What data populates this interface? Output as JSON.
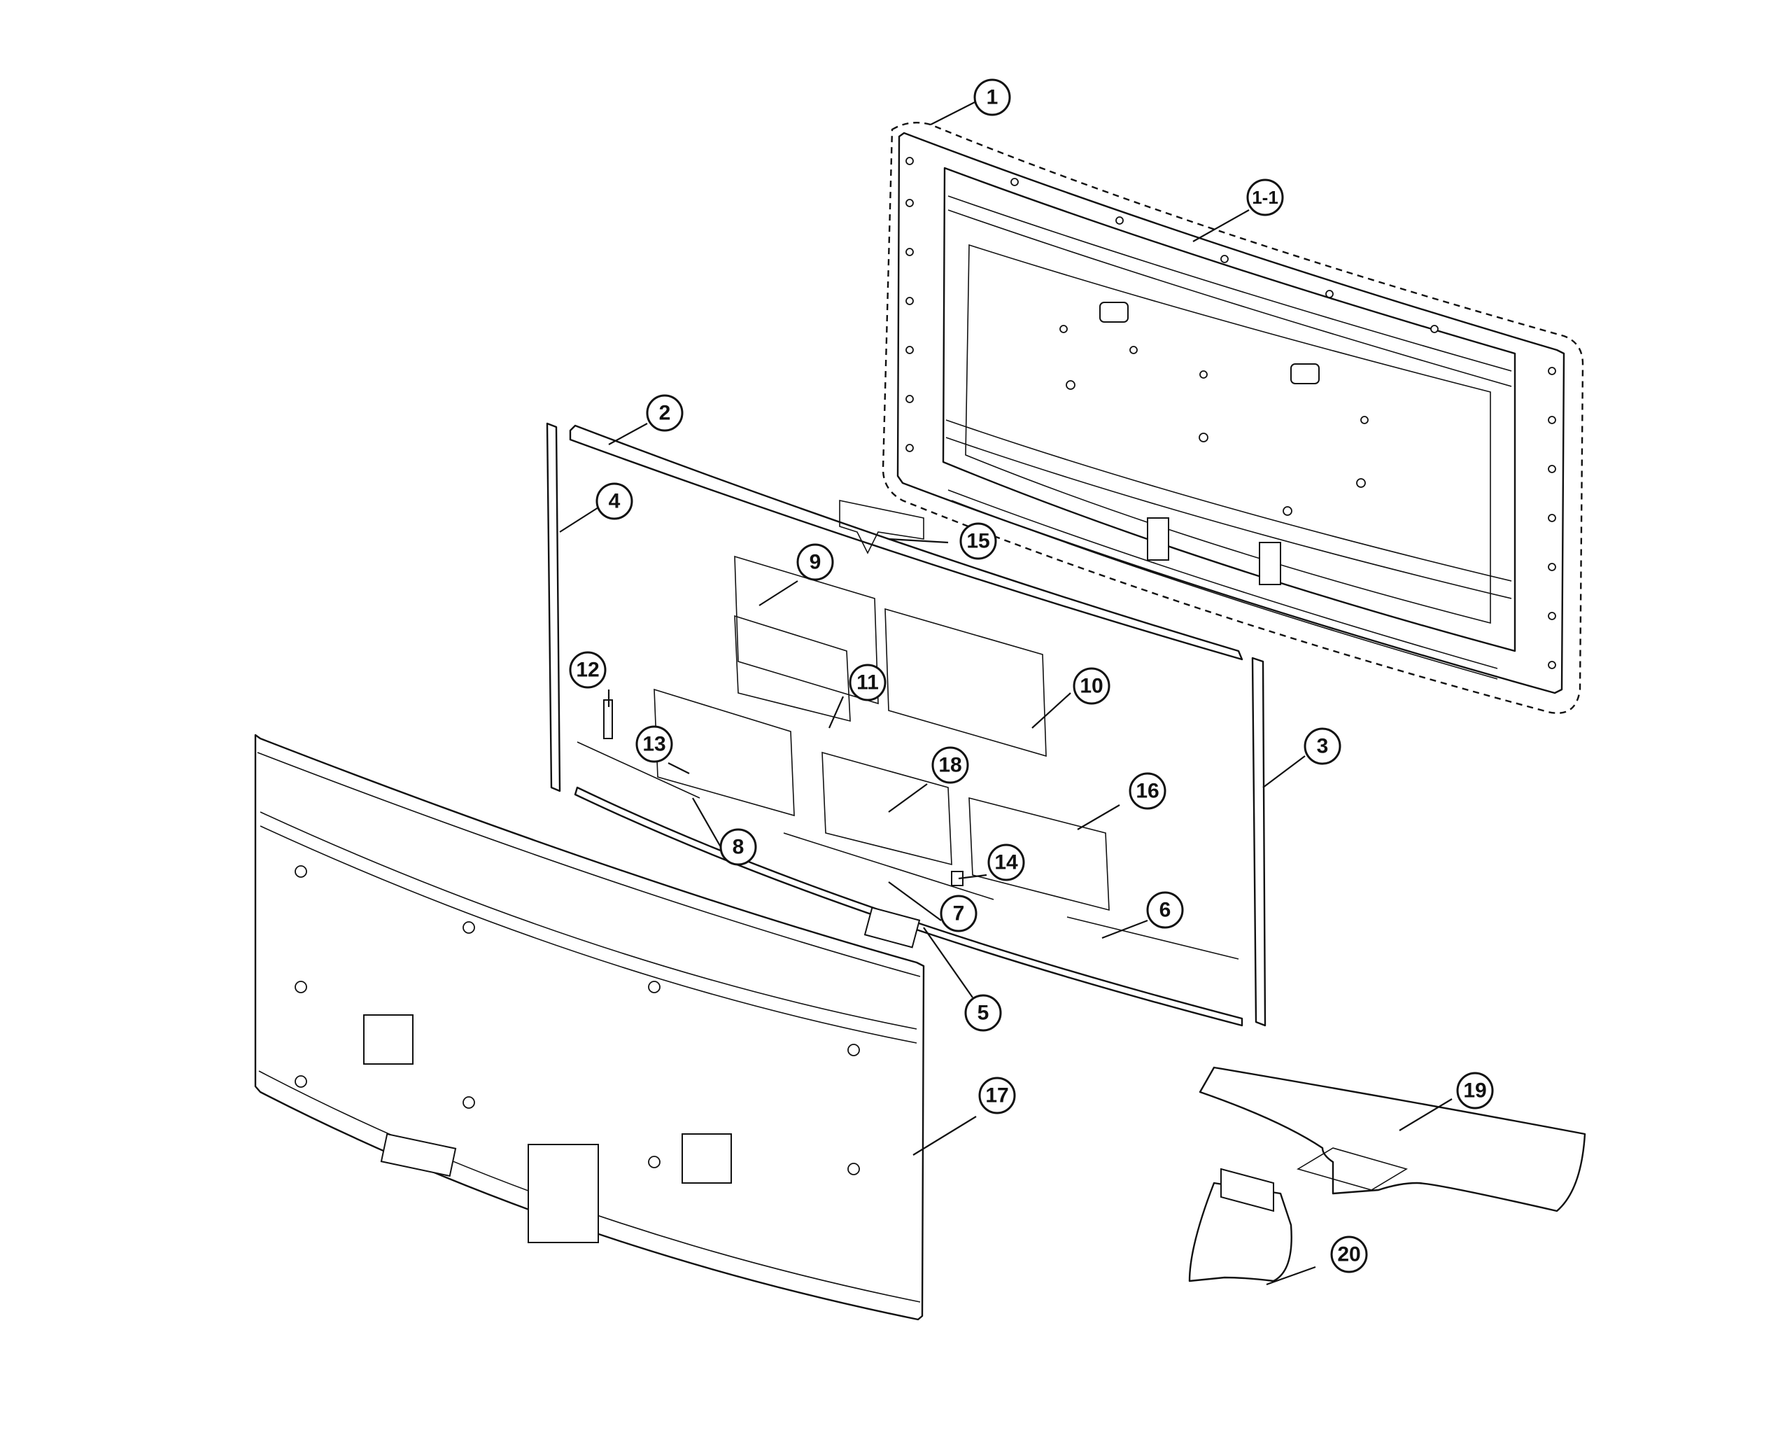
{
  "callouts": [
    {
      "id": "c1",
      "label": "1"
    },
    {
      "id": "c1_1",
      "label": "1-1"
    },
    {
      "id": "c2",
      "label": "2"
    },
    {
      "id": "c3",
      "label": "3"
    },
    {
      "id": "c4",
      "label": "4"
    },
    {
      "id": "c5",
      "label": "5"
    },
    {
      "id": "c6",
      "label": "6"
    },
    {
      "id": "c7",
      "label": "7"
    },
    {
      "id": "c8",
      "label": "8"
    },
    {
      "id": "c9",
      "label": "9"
    },
    {
      "id": "c10",
      "label": "10"
    },
    {
      "id": "c11",
      "label": "11"
    },
    {
      "id": "c12",
      "label": "12"
    },
    {
      "id": "c13",
      "label": "13"
    },
    {
      "id": "c14",
      "label": "14"
    },
    {
      "id": "c15",
      "label": "15"
    },
    {
      "id": "c16",
      "label": "16"
    },
    {
      "id": "c17",
      "label": "17"
    },
    {
      "id": "c18",
      "label": "18"
    },
    {
      "id": "c19",
      "label": "19"
    },
    {
      "id": "c20",
      "label": "20"
    }
  ]
}
